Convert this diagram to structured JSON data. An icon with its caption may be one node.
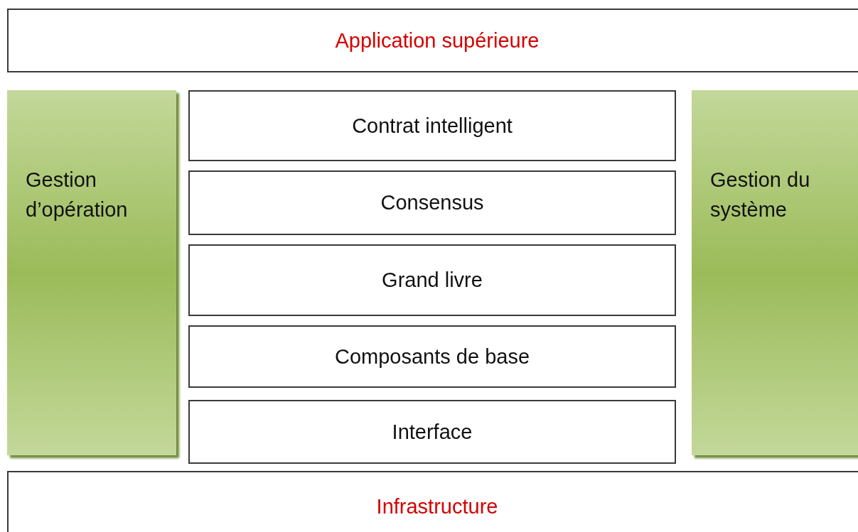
{
  "diagram": {
    "nodes": [
      {
        "text": [
          "Application supérieure"
        ]
      },
      {
        "text": [
          "Gestion d’opération"
        ]
      },
      {
        "text": [
          "Contrat intelligent"
        ]
      },
      {
        "text": [
          "Consensus"
        ]
      },
      {
        "text": [
          "Grand livre"
        ]
      },
      {
        "text": [
          "Composants de base"
        ]
      },
      {
        "text": [
          "Interface"
        ]
      },
      {
        "text": [
          "Gestion du système"
        ]
      },
      {
        "text": [
          "Infrastructure"
        ]
      }
    ]
  }
}
